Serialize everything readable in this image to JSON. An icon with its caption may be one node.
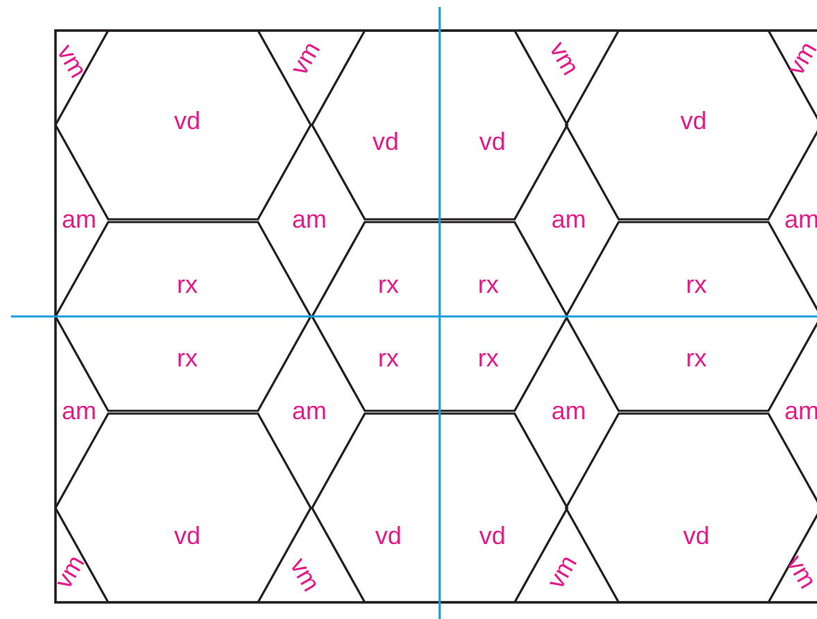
{
  "diagram": {
    "labels": [
      "vm",
      "vm",
      "vm",
      "vm",
      "vd",
      "vd",
      "vd",
      "vd",
      "am",
      "am",
      "am",
      "am",
      "rx",
      "rx",
      "rx",
      "rx",
      "rx",
      "rx",
      "rx",
      "rx",
      "am",
      "am",
      "am",
      "am",
      "vd",
      "vd",
      "vd",
      "vd",
      "vm",
      "vm",
      "vm",
      "vm"
    ]
  }
}
